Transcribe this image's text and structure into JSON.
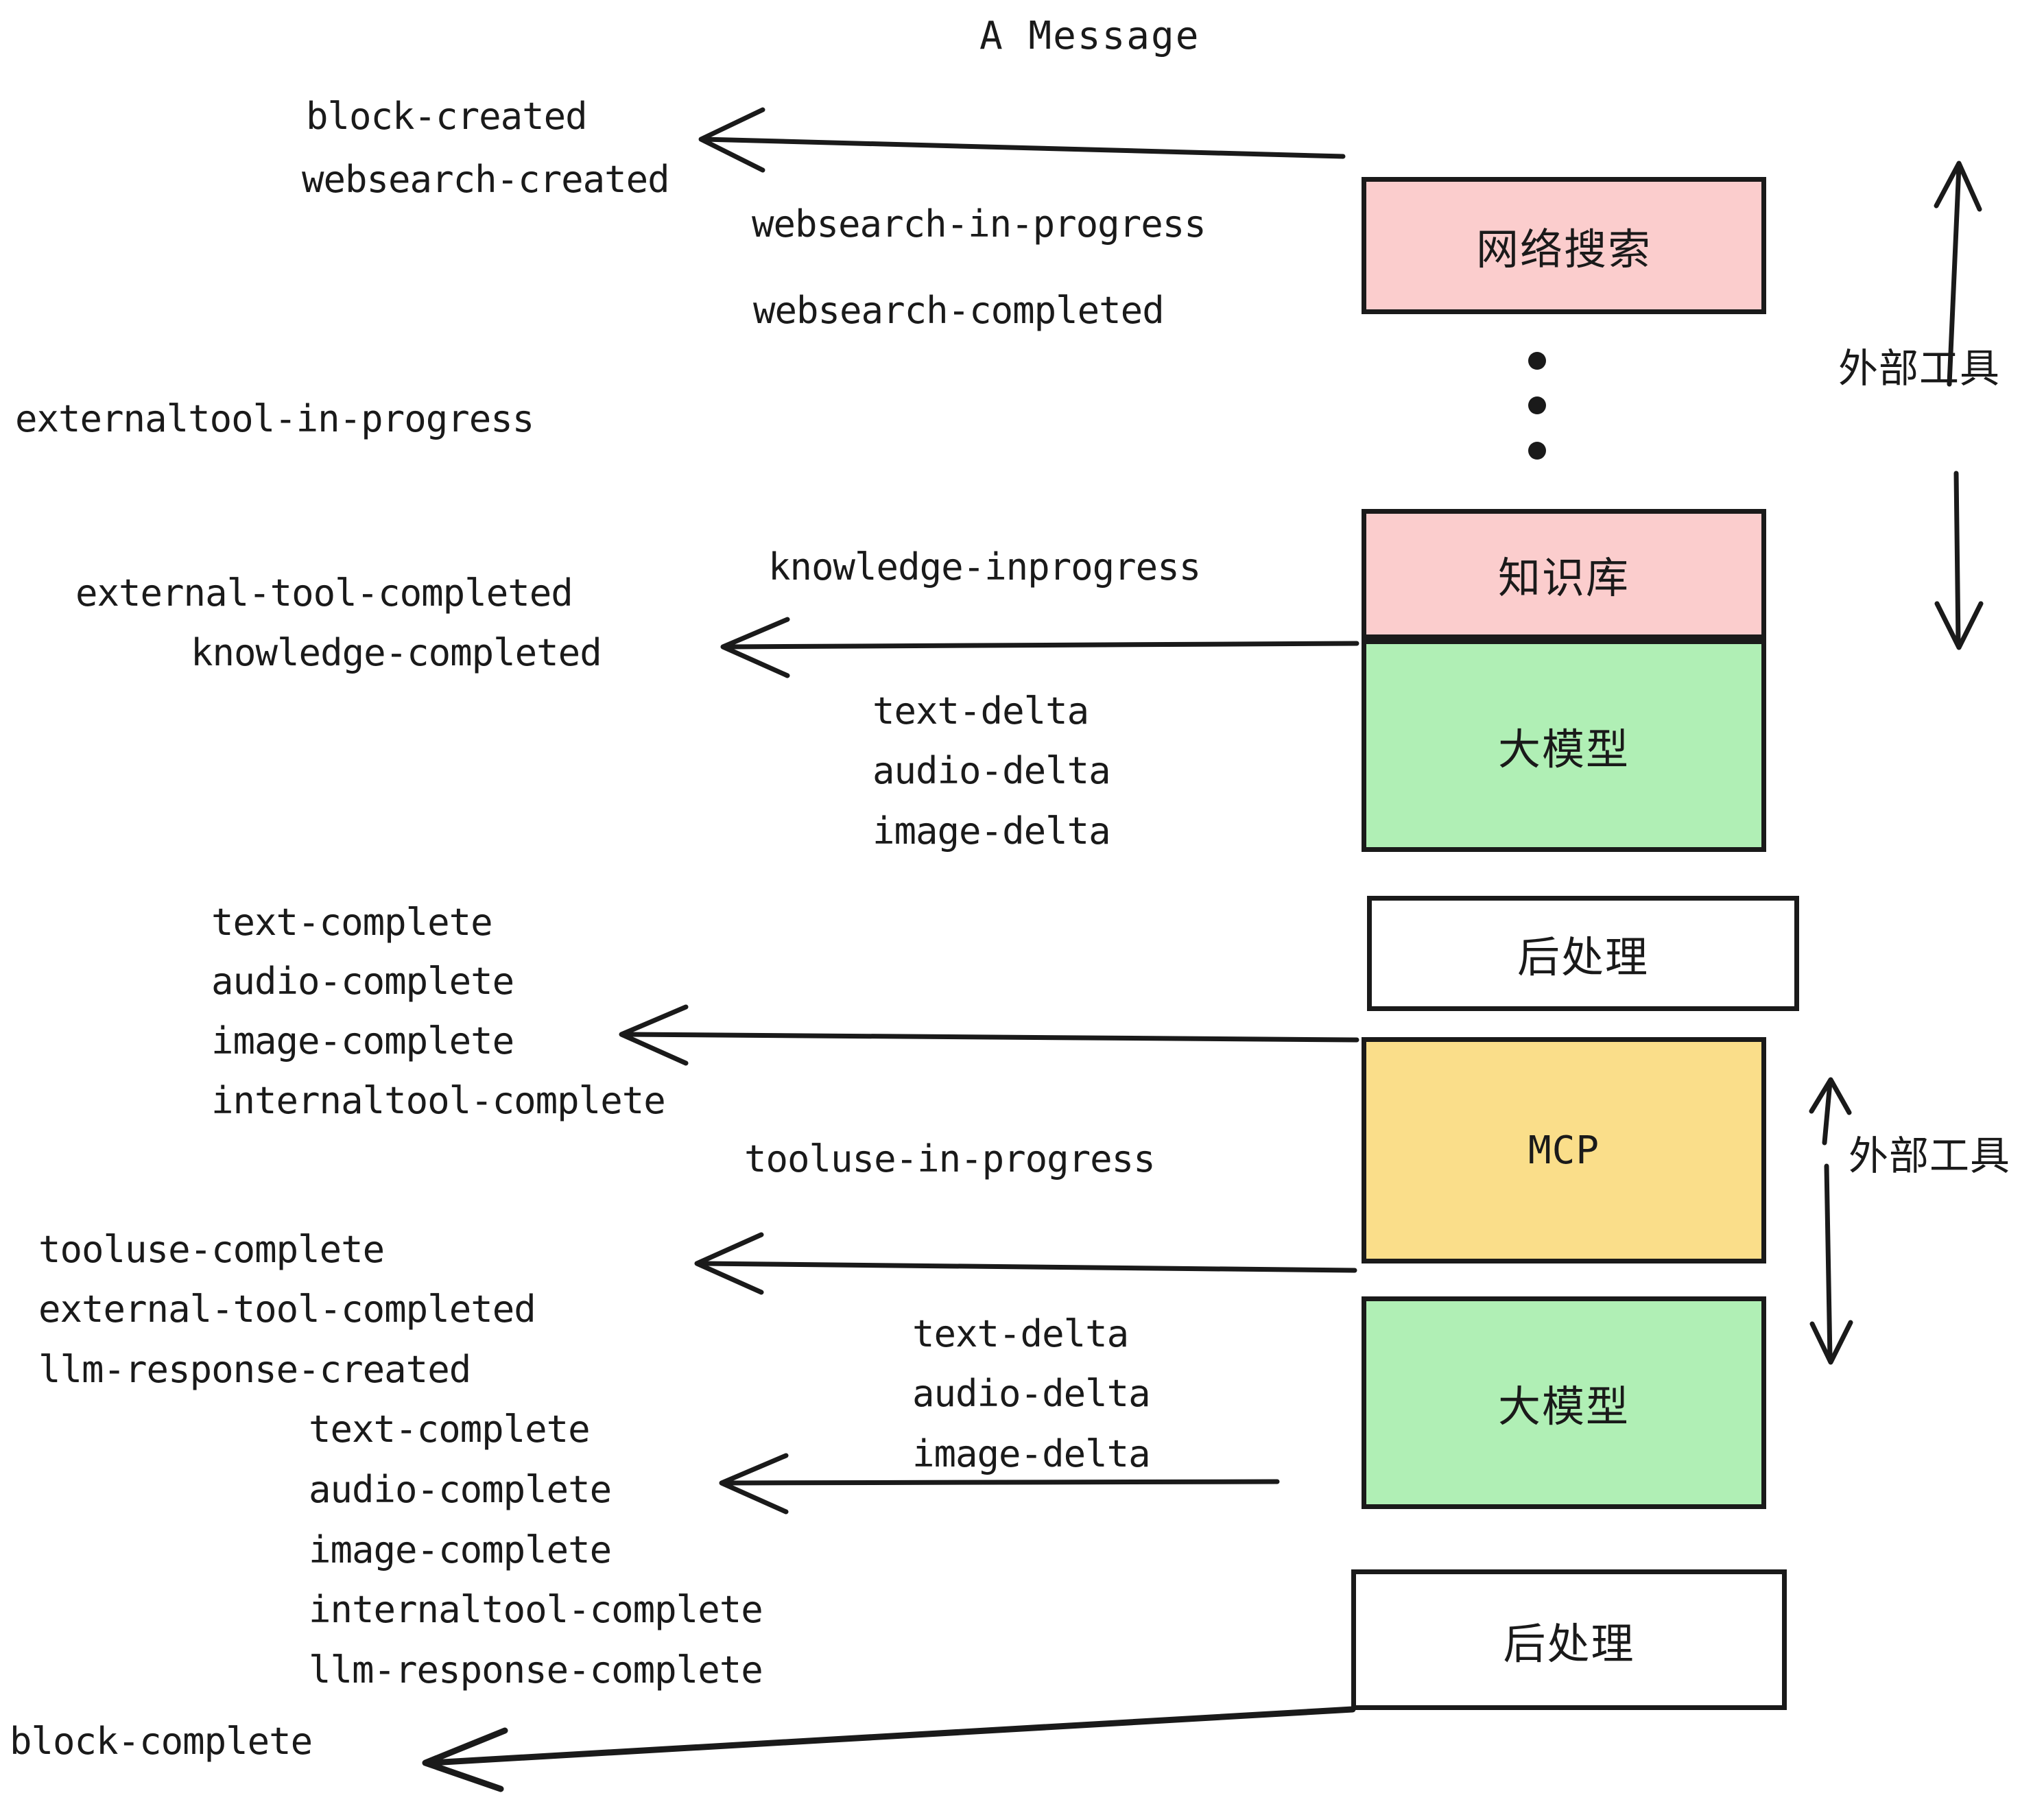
{
  "title": "A Message",
  "colors": {
    "pink": "#FBCDCD",
    "green": "#B0EFB5",
    "yellow": "#FADE8A",
    "white": "#FFFFFF",
    "stroke": "#1A1A1A",
    "text": "#1A1A1A",
    "background": "#FFFFFF"
  },
  "boxes": [
    {
      "id": "websearch",
      "label": "网络搜索",
      "fill": "#FBCDCD"
    },
    {
      "id": "knowledge",
      "label": "知识库",
      "fill": "#FBCDCD"
    },
    {
      "id": "llm-1",
      "label": "大模型",
      "fill": "#B0EFB5"
    },
    {
      "id": "postprocess-1",
      "label": "后处理",
      "fill": "#FFFFFF"
    },
    {
      "id": "mcp",
      "label": "MCP",
      "fill": "#FADE8A"
    },
    {
      "id": "llm-2",
      "label": "大模型",
      "fill": "#B0EFB5"
    },
    {
      "id": "postprocess-2",
      "label": "后处理",
      "fill": "#FFFFFF"
    }
  ],
  "side_labels": [
    {
      "id": "external-tools-top",
      "text": "外部工具"
    },
    {
      "id": "external-tools-bottom",
      "text": "外部工具"
    }
  ],
  "events": {
    "block_created": "block-created",
    "websearch_created": "websearch-created",
    "websearch_in_progress": "websearch-in-progress",
    "websearch_completed": "websearch-completed",
    "externaltool_in_progress": "externaltool-in-progress",
    "knowledge_inprogress": "knowledge-inprogress",
    "external_tool_completed_1": "external-tool-completed",
    "knowledge_completed": "knowledge-completed",
    "text_delta_1": "text-delta",
    "audio_delta_1": "audio-delta",
    "image_delta_1": "image-delta",
    "text_complete_1": "text-complete",
    "audio_complete_1": "audio-complete",
    "image_complete_1": "image-complete",
    "internaltool_complete_1": "internaltool-complete",
    "tooluse_in_progress": "tooluse-in-progress",
    "tooluse_complete": "tooluse-complete",
    "external_tool_completed_2": "external-tool-completed",
    "llm_response_created": "llm-response-created",
    "text_delta_2": "text-delta",
    "audio_delta_2": "audio-delta",
    "image_delta_2": "image-delta",
    "text_complete_2": "text-complete",
    "audio_complete_2": "audio-complete",
    "image_complete_2": "image-complete",
    "internaltool_complete_2": "internaltool-complete",
    "llm_response_complete": "llm-response-complete",
    "block_complete": "block-complete"
  }
}
